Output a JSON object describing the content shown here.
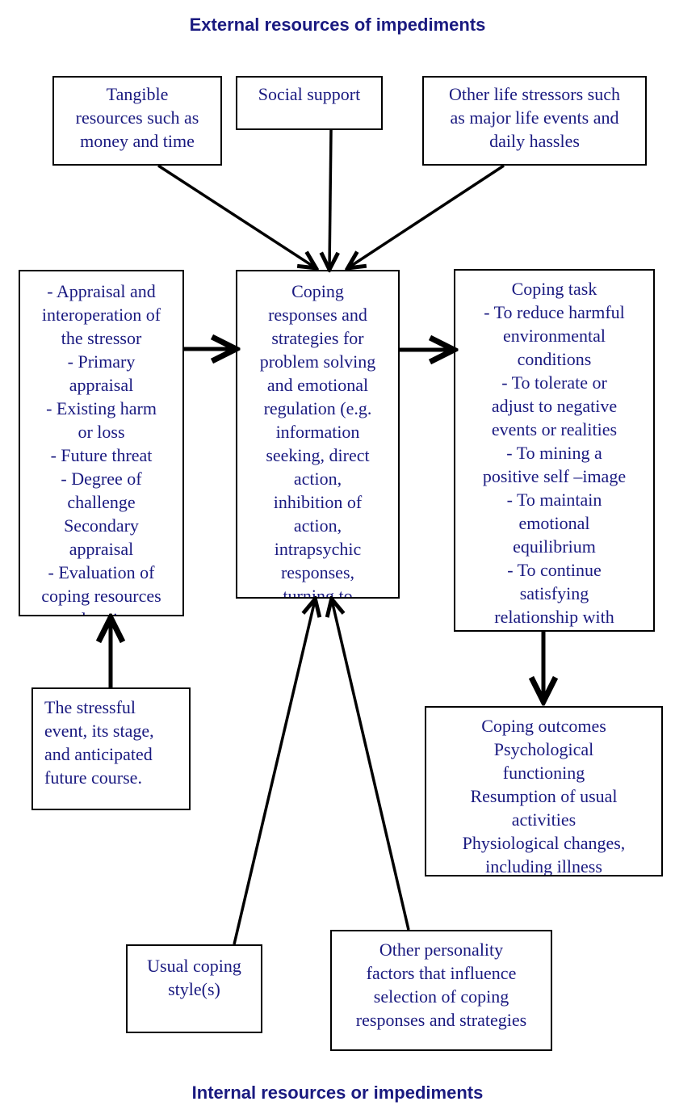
{
  "headings": {
    "external": "External resources of impediments",
    "internal": "Internal resources or impediments"
  },
  "boxes": {
    "tangible": {
      "lines": [
        "Tangible",
        "resources such as",
        "money and time"
      ]
    },
    "social": {
      "lines": [
        "Social support"
      ]
    },
    "other_stressors": {
      "lines": [
        "Other life stressors such",
        "as major life events and",
        "daily hassles"
      ]
    },
    "appraisal": {
      "lines": [
        "- Appraisal and",
        "interoperation of",
        "the stressor",
        "- Primary",
        "appraisal",
        "- Existing harm",
        "or loss",
        "- Future threat",
        "- Degree of",
        "challenge",
        "Secondary",
        "appraisal",
        "- Evaluation of",
        "coping resources",
        "and options"
      ]
    },
    "coping_responses": {
      "lines": [
        "Coping",
        "responses and",
        "strategies for",
        "problem solving",
        "and emotional",
        "regulation (e.g.",
        "information",
        "seeking, direct",
        "action,",
        "inhibition of",
        "action,",
        "intrapsychic",
        "responses,",
        "turning to"
      ]
    },
    "coping_task": {
      "lines": [
        "Coping task",
        "- To reduce harmful",
        "environmental",
        "conditions",
        "- To tolerate or",
        "adjust to negative",
        "events or realities",
        "- To mining a",
        "positive self –image",
        "- To maintain",
        "emotional",
        "equilibrium",
        "- To continue",
        "satisfying",
        "relationship with"
      ]
    },
    "stressful_event": {
      "lines": [
        "The stressful",
        "event, its stage,",
        "and anticipated",
        "future course."
      ]
    },
    "coping_outcomes": {
      "lines": [
        "Coping outcomes",
        "Psychological",
        "functioning",
        "Resumption of usual",
        "activities",
        "Physiological changes,",
        "including illness"
      ]
    },
    "usual_coping": {
      "lines": [
        "Usual coping",
        "style(s)"
      ]
    },
    "personality": {
      "lines": [
        "Other personality",
        "factors that influence",
        "selection of coping",
        "responses and strategies"
      ]
    }
  },
  "colors": {
    "text": "#1a1a80",
    "border": "#000000",
    "arrow": "#000000",
    "background": "#ffffff"
  }
}
